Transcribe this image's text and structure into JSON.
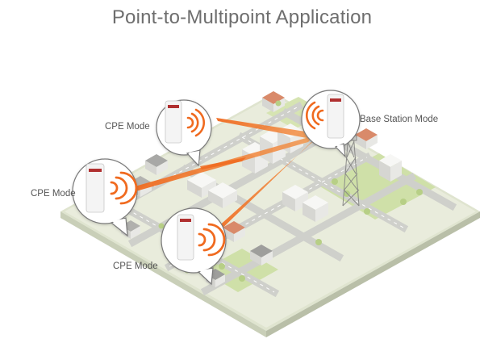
{
  "title": "Point-to-Multipoint Application",
  "labels": {
    "cpe_1": "CPE Mode",
    "cpe_2": "CPE Mode",
    "cpe_3": "CPE Mode",
    "base_station": "Base Station Mode"
  },
  "colors": {
    "signal": "#f06a1f",
    "ground": "#e7ebd9",
    "grass": "#cfe0a8",
    "road": "#d9d9d6",
    "building": "#f3f3f1",
    "roof_accent": "#d98a6a"
  },
  "icons": {
    "device": "outdoor-cpe-unit",
    "waves": "wifi-signal-waves",
    "tower": "lattice-radio-tower"
  }
}
